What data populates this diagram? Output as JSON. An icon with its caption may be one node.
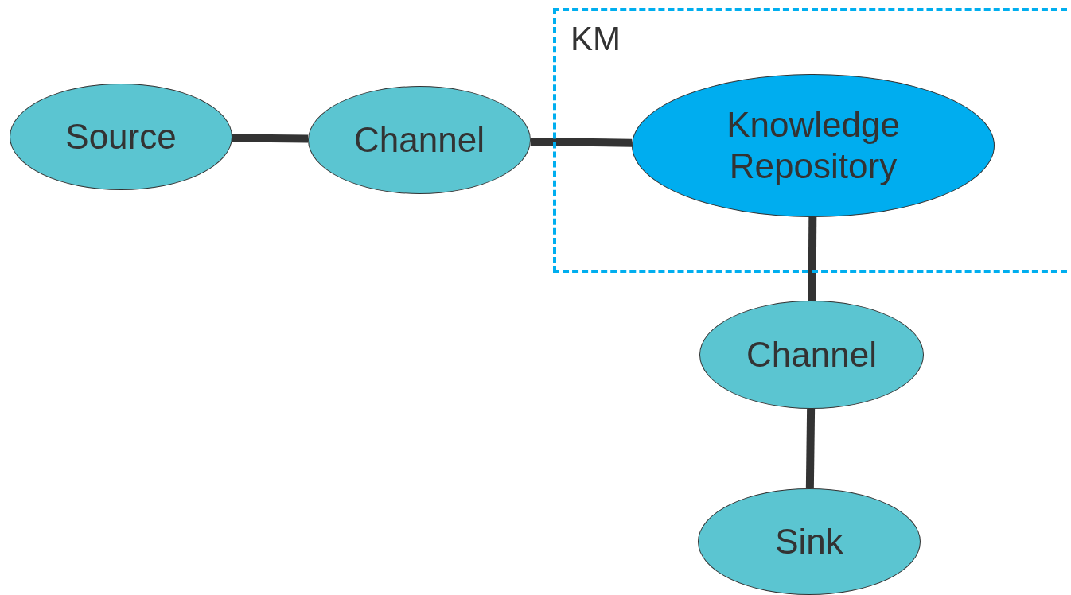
{
  "diagram": {
    "nodes": [
      {
        "text": [
          "KM"
        ]
      },
      {
        "text": [
          "Source"
        ]
      },
      {
        "text": [
          "Channel"
        ]
      },
      {
        "text": [
          "Knowledge Repository"
        ],
        "in": 0
      },
      {
        "text": [
          "Channel"
        ]
      },
      {
        "text": [
          "Sink"
        ]
      }
    ],
    "edges": [
      {
        "from": 1,
        "to": 2,
        "arrow": "none"
      },
      {
        "from": 2,
        "to": 3,
        "arrow": "none"
      },
      {
        "from": 3,
        "to": 4,
        "arrow": "none"
      },
      {
        "from": 4,
        "to": 5,
        "arrow": "none"
      }
    ]
  }
}
